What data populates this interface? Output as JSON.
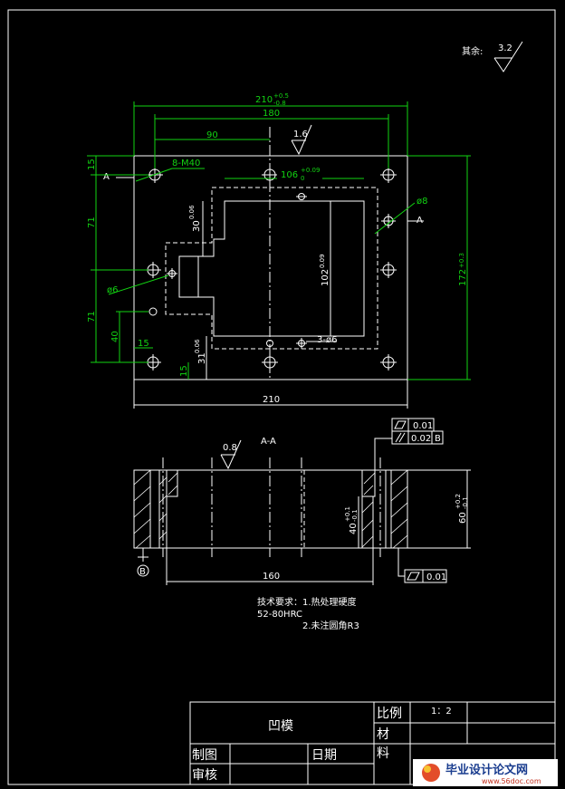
{
  "roughness_note": {
    "label": "其余:",
    "value": "3.2"
  },
  "top_view": {
    "dims": {
      "overall_width": "210",
      "tol_upper": "+0.5",
      "tol_lower": "-0.8",
      "hole_span": "180",
      "half_span": "90",
      "bottom_width": "210",
      "cavity_width": "106",
      "cavity_tol_upper": "+0.09",
      "cavity_tol_lower": "0",
      "cavity_height": "102",
      "cavity_h_tol": "0.09",
      "overall_height": "172",
      "overall_h_tol": "+0.3",
      "left_71a": "71",
      "left_71b": "71",
      "left_15a": "15",
      "left_40": "40",
      "bottom_15a": "15",
      "bottom_15b": "15",
      "step_30": "30",
      "step_30_tol": "0.06",
      "step_31": "31",
      "step_31_tol": "0.06"
    },
    "callouts": {
      "thread": "8-M40",
      "pin_dia": "ø6",
      "hole_dia": "ø8",
      "pin_holes": "3-ø6",
      "section_a_left": "A",
      "section_a_right": "A"
    },
    "roughness": "1.6"
  },
  "section_view": {
    "title": "A-A",
    "roughness": "0.8",
    "dims": {
      "width_160": "160",
      "depth_40": "40",
      "depth_40_tol_upper": "+0.1",
      "depth_40_tol_lower": "-0.1",
      "height_60": "60",
      "height_60_tol_upper": "+0.2",
      "height_60_tol_lower": "-0.1"
    },
    "datum": "B",
    "gdt": {
      "flatness_1": "0.01",
      "parallel_value": "0.02",
      "parallel_datum": "B",
      "flatness_2": "0.01"
    }
  },
  "tech_requirements": {
    "line1": "技术要求：1.热处理硬度",
    "line2": "52-80HRC",
    "line3": "2.未注圆角R3"
  },
  "title_block": {
    "part_name": "凹模",
    "scale_label": "比例",
    "scale_value": "1：2",
    "material_label": "材",
    "material_label2": "料",
    "drawn_by": "制图",
    "date": "日期",
    "checked_by": "审核"
  },
  "watermark": {
    "text": "毕业设计论文网",
    "url": "www.56doc.com"
  }
}
